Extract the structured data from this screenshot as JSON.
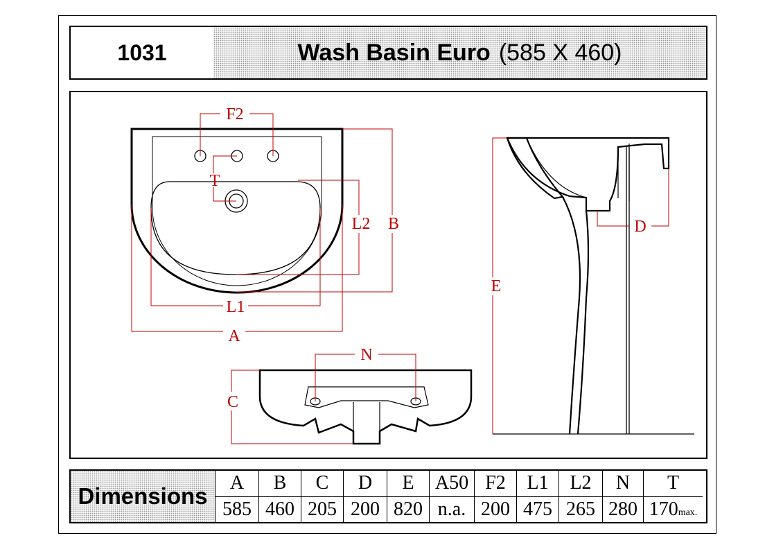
{
  "header": {
    "model_number": "1031",
    "product_name": "Wash Basin Euro",
    "product_size": "(585 X 460)"
  },
  "drawing_labels": {
    "f2": "F2",
    "t": "T",
    "l2": "L2",
    "b": "B",
    "l1": "L1",
    "a": "A",
    "n": "N",
    "c": "C",
    "d": "D",
    "e": "E"
  },
  "colors": {
    "dimension_line": "#c00000",
    "outline": "#000000"
  },
  "dimensions": {
    "label": "Dimensions",
    "columns": [
      {
        "key": "A",
        "value": "585",
        "suffix": ""
      },
      {
        "key": "B",
        "value": "460",
        "suffix": ""
      },
      {
        "key": "C",
        "value": "205",
        "suffix": ""
      },
      {
        "key": "D",
        "value": "200",
        "suffix": ""
      },
      {
        "key": "E",
        "value": "820",
        "suffix": ""
      },
      {
        "key": "A50",
        "value": "n.a.",
        "suffix": ""
      },
      {
        "key": "F2",
        "value": "200",
        "suffix": ""
      },
      {
        "key": "L1",
        "value": "475",
        "suffix": ""
      },
      {
        "key": "L2",
        "value": "265",
        "suffix": ""
      },
      {
        "key": "N",
        "value": "280",
        "suffix": ""
      },
      {
        "key": "T",
        "value": "170",
        "suffix": "max."
      }
    ]
  }
}
